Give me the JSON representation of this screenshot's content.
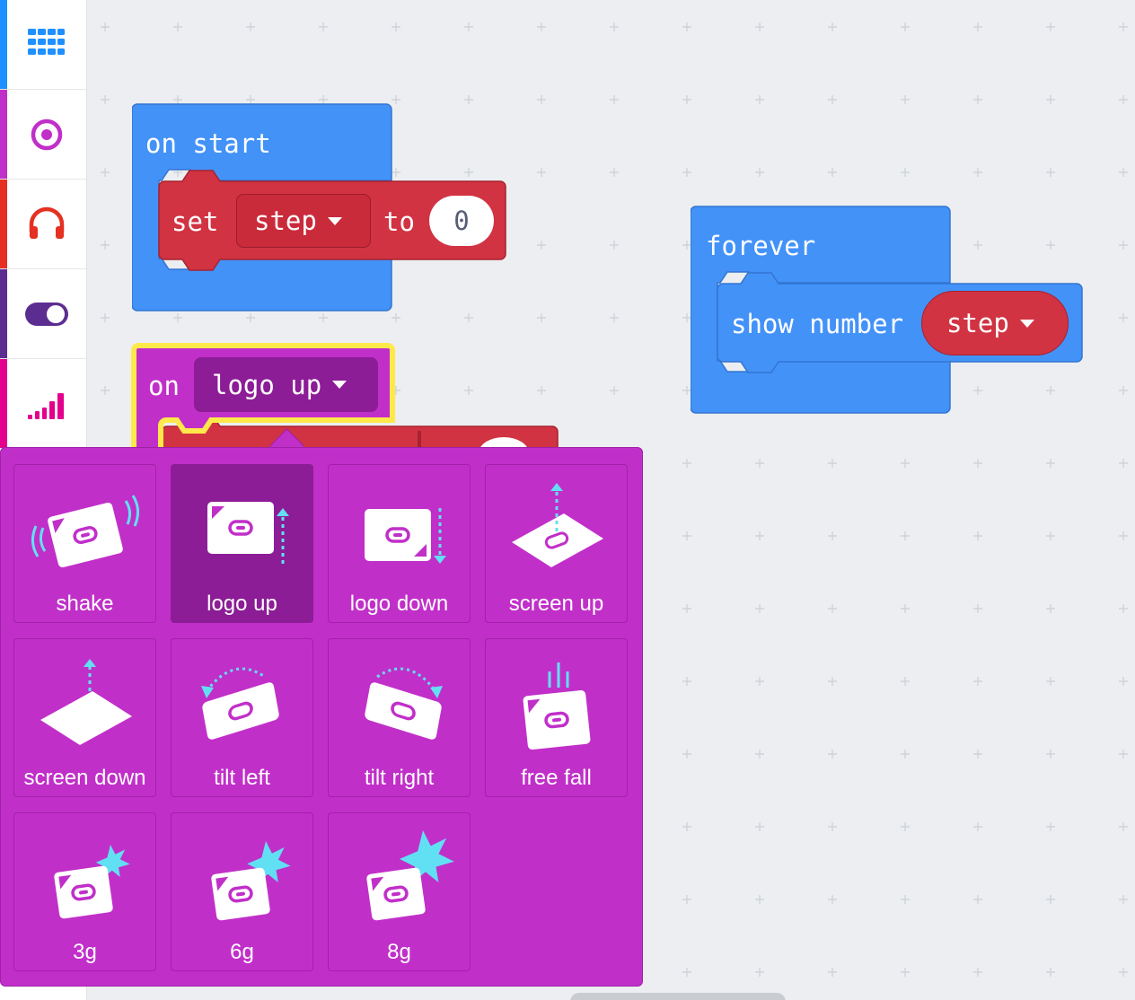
{
  "toolbox": {
    "categories": [
      {
        "name": "basic",
        "icon": "grid-icon",
        "color": "#1e90ff"
      },
      {
        "name": "input",
        "icon": "target-icon",
        "color": "#c12fc9"
      },
      {
        "name": "music",
        "icon": "headphones-icon",
        "color": "#e63022"
      },
      {
        "name": "led",
        "icon": "toggle-icon",
        "color": "#5c2d91"
      },
      {
        "name": "radio",
        "icon": "signal-bars-icon",
        "color": "#e3008c"
      }
    ]
  },
  "blocks": {
    "on_start": {
      "label": "on start",
      "set": {
        "label": "set",
        "variable": "step",
        "to": "to",
        "value": "0"
      }
    },
    "forever": {
      "label": "forever",
      "show_number": {
        "label": "show number",
        "variable": "step"
      }
    },
    "on_gesture": {
      "label": "on",
      "gesture": "logo up"
    }
  },
  "dropdown": {
    "selected": "logo up",
    "options": [
      {
        "label": "shake",
        "icon": "shake-icon"
      },
      {
        "label": "logo up",
        "icon": "logo-up-icon"
      },
      {
        "label": "logo down",
        "icon": "logo-down-icon"
      },
      {
        "label": "screen up",
        "icon": "screen-up-icon"
      },
      {
        "label": "screen down",
        "icon": "screen-down-icon"
      },
      {
        "label": "tilt left",
        "icon": "tilt-left-icon"
      },
      {
        "label": "tilt right",
        "icon": "tilt-right-icon"
      },
      {
        "label": "free fall",
        "icon": "free-fall-icon"
      },
      {
        "label": "3g",
        "icon": "3g-icon"
      },
      {
        "label": "6g",
        "icon": "6g-icon"
      },
      {
        "label": "8g",
        "icon": "8g-icon"
      }
    ]
  },
  "colors": {
    "basic_block": "#4392f8",
    "variable_block": "#d13342",
    "input_block": "#c12fc9",
    "highlight": "#ffe94a",
    "accent_cyan": "#62e0f3"
  }
}
